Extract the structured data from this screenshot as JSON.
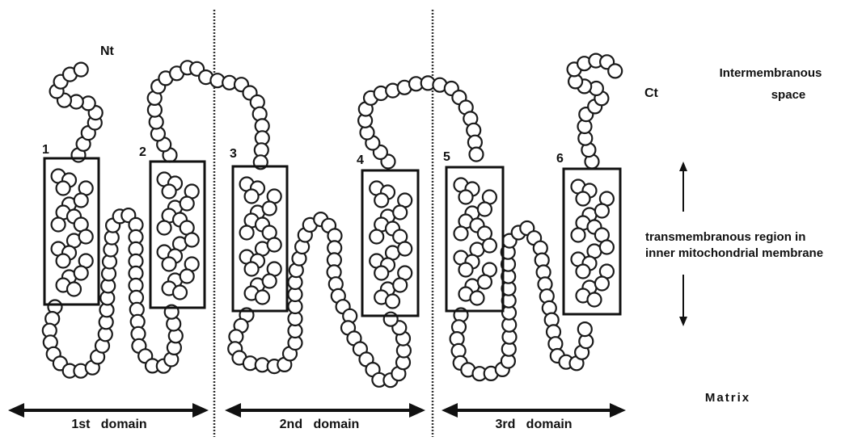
{
  "labels": {
    "n_terminus": "Nt",
    "c_terminus": "Ct",
    "intermembrane_line1": "Intermembranous",
    "intermembrane_line2": "space",
    "transmembrane_line1": "transmembranous region in",
    "transmembrane_line2": "inner mitochondrial membrane",
    "matrix": "Matrix"
  },
  "helices": [
    "1",
    "2",
    "3",
    "4",
    "5",
    "6"
  ],
  "domains": [
    "1st   domain",
    "2nd   domain",
    "3rd   domain"
  ],
  "colors": {
    "ink": "#111111",
    "bead_fill": "#ffffff"
  }
}
